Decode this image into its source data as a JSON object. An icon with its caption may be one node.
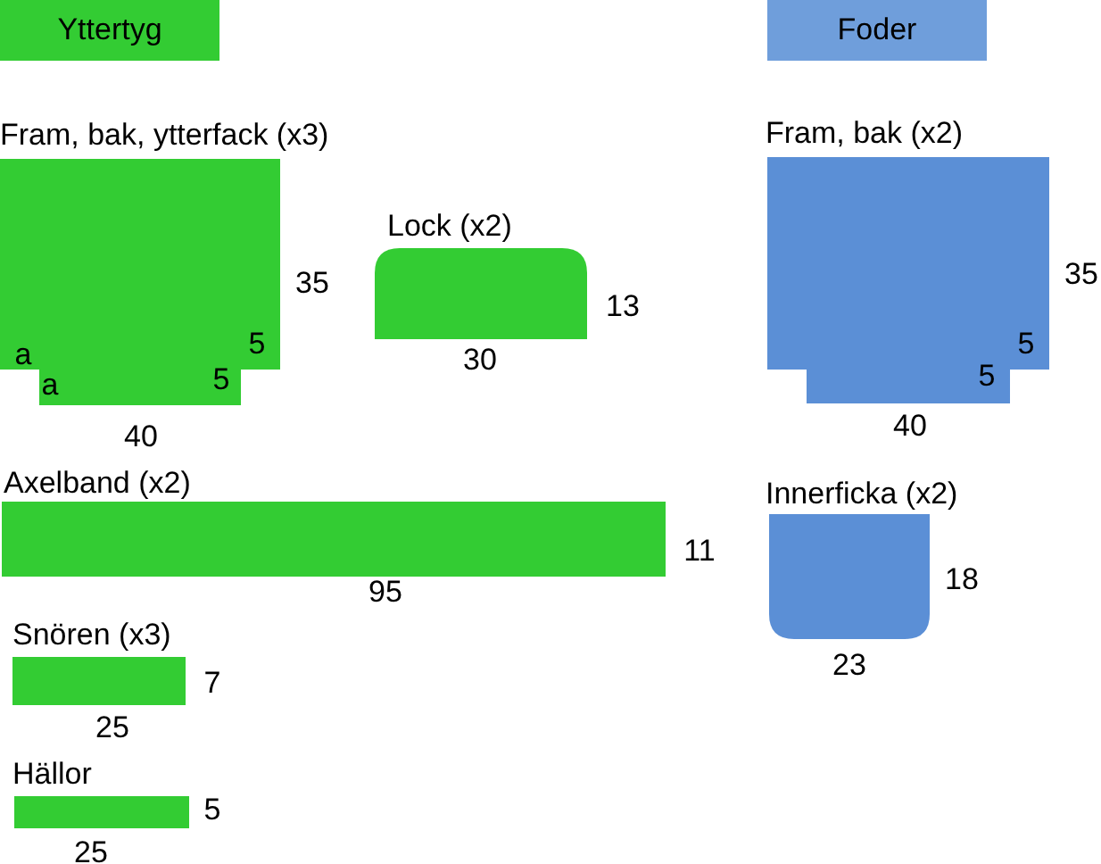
{
  "diagram": {
    "nodes": [
      {
        "text": [
          "Yttertyg"
        ]
      },
      {
        "text": [
          "Fram, bak, ytterfack (x3)"
        ]
      },
      {
        "text": [
          "Lock (x2)"
        ]
      },
      {
        "text": [
          "Axelband (x2)"
        ]
      },
      {
        "text": [
          "Snören (x3)"
        ]
      },
      {
        "text": [
          "Hällor"
        ]
      },
      {
        "text": [
          "Foder"
        ]
      },
      {
        "text": [
          "Fram, bak (x2)"
        ]
      },
      {
        "text": [
          "Innerficka (x2)"
        ]
      }
    ],
    "labels": [
      "35",
      "a",
      "5",
      "a",
      "5",
      "40",
      "13",
      "30",
      "11",
      "95",
      "7",
      "25",
      "5",
      "25",
      "35",
      "5",
      "5",
      "40",
      "18",
      "23"
    ]
  }
}
